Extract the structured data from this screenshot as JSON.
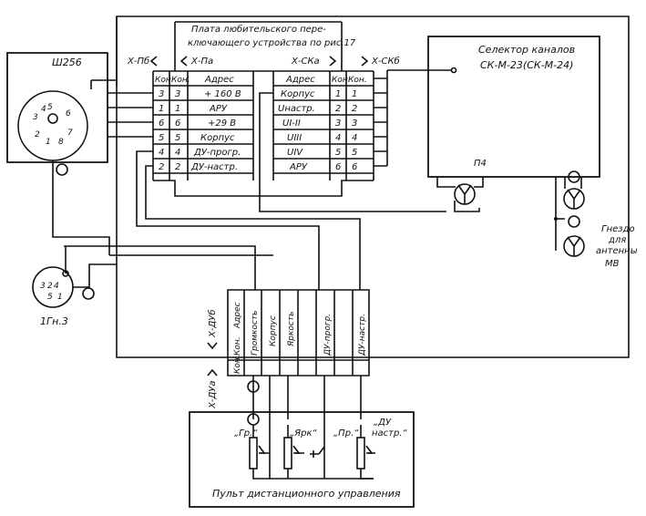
{
  "board": {
    "title_line1": "Плата любительского пере-",
    "title_line2": "ключающего устройства по рис.17"
  },
  "connectors": {
    "x_pb": "Х-Пб",
    "x_pa": "Х-Па",
    "x_ska": "Х-СКа",
    "x_skb": "Х-СКб",
    "x_dub": "Х-ДУб",
    "x_dua": "Х-ДУа"
  },
  "left_table": {
    "headers": [
      "Кон.",
      "Кон.",
      "Адрес"
    ],
    "rows": [
      {
        "c1": "3",
        "c2": "3",
        "addr": "+ 160 В"
      },
      {
        "c1": "1",
        "c2": "1",
        "addr": "АРУ"
      },
      {
        "c1": "6",
        "c2": "6",
        "addr": "+29 В"
      },
      {
        "c1": "5",
        "c2": "5",
        "addr": "Корпус"
      },
      {
        "c1": "4",
        "c2": "4",
        "addr": "ДУ-прогр."
      },
      {
        "c1": "2",
        "c2": "2",
        "addr": "ДУ-настр."
      }
    ]
  },
  "right_table": {
    "headers": [
      "Адрес",
      "Кон.",
      "Кон."
    ],
    "rows": [
      {
        "addr": "Корпус",
        "c1": "1",
        "c2": "1"
      },
      {
        "addr": "Uнастр.",
        "c1": "2",
        "c2": "2"
      },
      {
        "addr": "UI-II",
        "c1": "3",
        "c2": "3"
      },
      {
        "addr": "UIII",
        "c1": "4",
        "c2": "4"
      },
      {
        "addr": "UIV",
        "c1": "5",
        "c2": "5"
      },
      {
        "addr": "АРУ",
        "c1": "6",
        "c2": "6"
      }
    ]
  },
  "selector": {
    "line1": "Селектор каналов",
    "line2": "СК-М-23(СК-М-24)",
    "jack": "П4"
  },
  "socket_sh": {
    "name": "Ш256",
    "pins": [
      "1",
      "2",
      "3",
      "4",
      "5",
      "6",
      "7",
      "8"
    ]
  },
  "jack_1gn": {
    "name": "1Гн.3",
    "pins": [
      "3",
      "2",
      "4",
      "5",
      "1"
    ]
  },
  "antenna": {
    "line1": "Гнездо",
    "line2": "для",
    "line3": "антенны",
    "line4": "МВ"
  },
  "du_table": {
    "col_headers": [
      "Кон.",
      "Кон.",
      "Адрес"
    ],
    "signals": [
      "Громкость",
      "Корпус",
      "Яркость",
      "ДУ-прогр.",
      "ДУ-настр."
    ]
  },
  "remote": {
    "title": "Пульт дистанционного управления",
    "gr": "„Гр.“",
    "yark": "„Ярк“",
    "pr": "„Пр.“",
    "du1": "„ДУ",
    "du2": "настр.“"
  }
}
